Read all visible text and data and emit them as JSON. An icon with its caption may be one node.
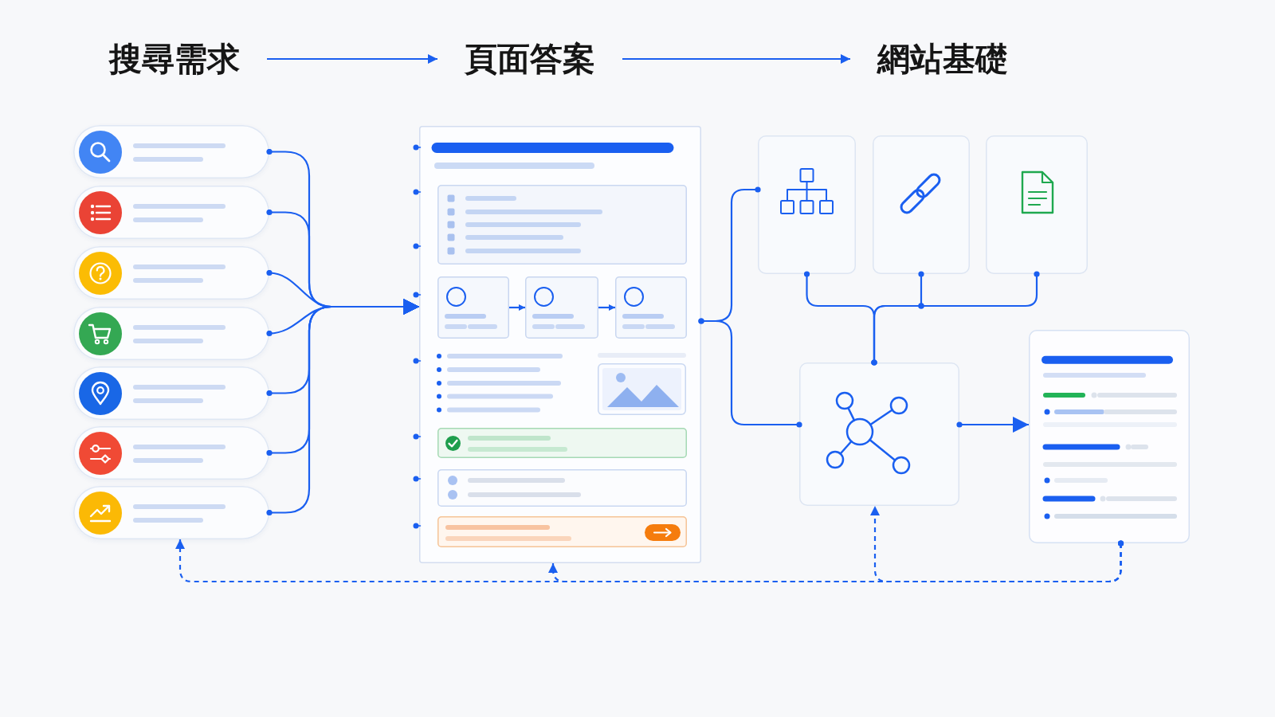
{
  "diagram": {
    "nodes": [
      {
        "text": [
          "搜尋需求"
        ]
      },
      {
        "text": [
          "頁面答案"
        ]
      },
      {
        "text": [
          "網站基礎"
        ]
      },
      {
        "text": [],
        "shape": "box"
      },
      {
        "text": [],
        "shape": "box"
      },
      {
        "text": [],
        "shape": "box"
      },
      {
        "text": [],
        "shape": "box"
      },
      {
        "text": [],
        "shape": "box"
      },
      {
        "text": [],
        "shape": "box"
      },
      {
        "text": [],
        "shape": "box"
      },
      {
        "text": [],
        "shape": "box"
      },
      {
        "text": [],
        "shape": "box",
        "in": 10
      },
      {
        "text": [],
        "shape": "box",
        "in": 10
      },
      {
        "text": [],
        "shape": "box",
        "in": 10
      },
      {
        "text": [],
        "shape": "box"
      },
      {
        "text": [],
        "shape": "box"
      },
      {
        "text": [],
        "shape": "box"
      },
      {
        "text": [],
        "shape": "box"
      },
      {
        "text": [],
        "shape": "box"
      }
    ],
    "edges": [
      {
        "from": 0,
        "to": 1,
        "arrow": "to"
      },
      {
        "from": 1,
        "to": 2,
        "arrow": "to"
      },
      {
        "from": 3,
        "to": 10,
        "arrow": "to"
      },
      {
        "from": 4,
        "to": 10,
        "arrow": "to"
      },
      {
        "from": 5,
        "to": 10,
        "arrow": "to"
      },
      {
        "from": 6,
        "to": 10,
        "arrow": "to"
      },
      {
        "from": 7,
        "to": 10,
        "arrow": "to"
      },
      {
        "from": 8,
        "to": 10,
        "arrow": "to"
      },
      {
        "from": 9,
        "to": 10,
        "arrow": "to"
      },
      {
        "from": 11,
        "to": 12,
        "arrow": "to"
      },
      {
        "from": 12,
        "to": 13,
        "arrow": "to"
      },
      {
        "from": 10,
        "to": 14,
        "arrow": "other"
      },
      {
        "from": 10,
        "to": 17,
        "arrow": "other"
      },
      {
        "from": 14,
        "to": 17,
        "arrow": "other"
      },
      {
        "from": 15,
        "to": 17,
        "arrow": "other"
      },
      {
        "from": 16,
        "to": 17,
        "arrow": "other"
      },
      {
        "from": 17,
        "to": 18,
        "arrow": "to"
      },
      {
        "from": 18,
        "to": 17,
        "arrow": "to",
        "style": "dashed"
      },
      {
        "from": 18,
        "to": 10,
        "arrow": "to",
        "style": "dashed"
      },
      {
        "from": 18,
        "to": 9,
        "arrow": "to",
        "style": "dashed"
      }
    ]
  }
}
